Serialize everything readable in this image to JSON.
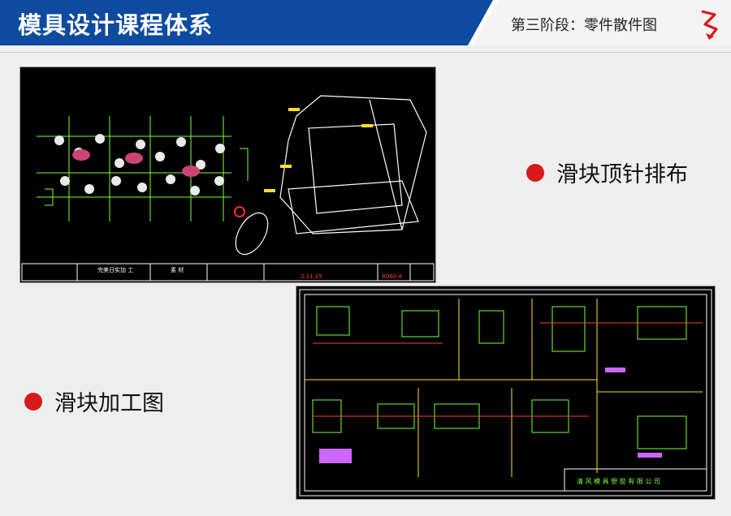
{
  "header": {
    "title": "模具设计课程体系",
    "stage": "第三阶段：零件散件图",
    "colors": {
      "band": "#0d4aa0",
      "accent": "#d7191c"
    }
  },
  "drawings": [
    {
      "title_block": [
        "完美日实加 工",
        "素 材",
        "2.11.25",
        "R060-8"
      ]
    },
    {
      "title_block": [
        "清 风 模 具 塑 胶 有 限 公 司"
      ]
    }
  ],
  "captions": [
    {
      "text": "滑块顶针排布"
    },
    {
      "text": "滑块加工图"
    }
  ],
  "icons": {
    "logo": "red-zigzag-arrow-logo",
    "bullet": "red-dot"
  }
}
